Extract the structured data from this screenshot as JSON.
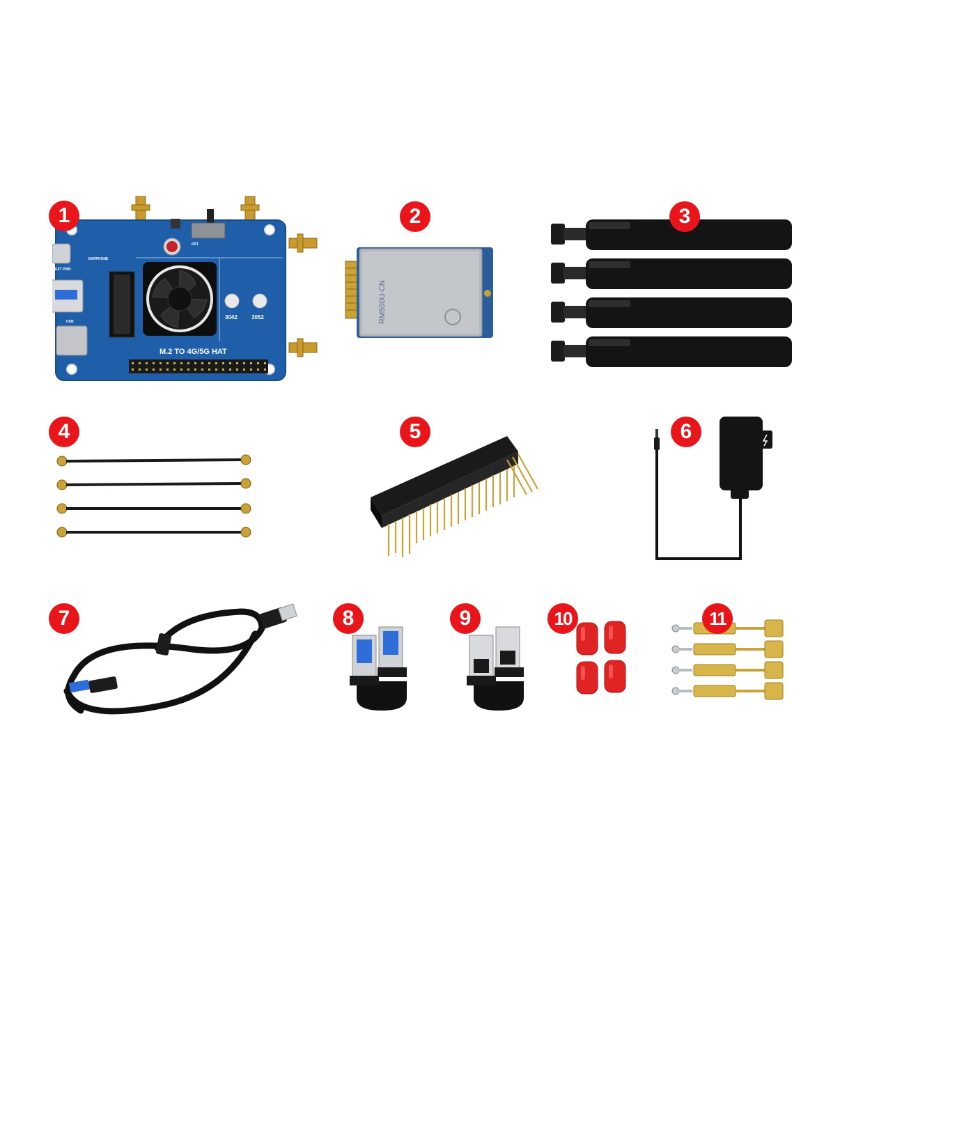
{
  "accent_color": "#e8151b",
  "badges": [
    "1",
    "2",
    "3",
    "4",
    "5",
    "6",
    "7",
    "8",
    "9",
    "10",
    "11"
  ],
  "board": {
    "title": "M.2 TO 4G/5G HAT",
    "slot_a": "3042",
    "slot_b": "3052",
    "switch_label": "RST",
    "earphone_label": "EARPHONE",
    "usb_label": "USB",
    "power_label": "EXT PWR"
  },
  "module": {
    "model": "RM500U-CN"
  },
  "icons": [
    "pcb-board-icon",
    "m2-module-icon",
    "antenna-icon",
    "ipex-cable-icon",
    "pin-header-icon",
    "power-adapter-icon",
    "usb-cable-icon",
    "usb-adapter-u-icon",
    "usb-adapter-inverted-icon",
    "sma-cap-icon",
    "copper-standoff-icon"
  ]
}
